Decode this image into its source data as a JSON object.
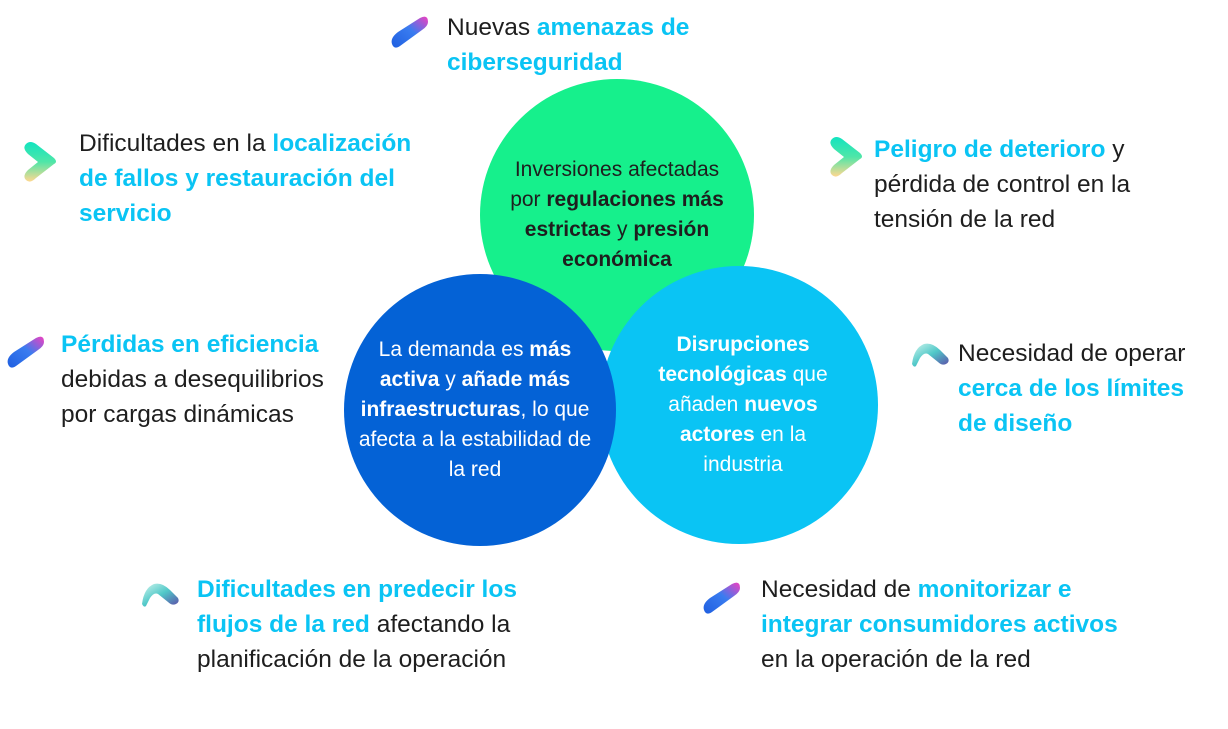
{
  "circles": {
    "green": {
      "t1": "Inversiones afectadas por ",
      "b1": "regulaciones más estrictas",
      "t2": " y ",
      "b2": "presión económica"
    },
    "light": {
      "b1": "Disrupciones tecnológicas",
      "t1": " que añaden ",
      "b2": "nuevos actores",
      "t2": " en la industria"
    },
    "dark": {
      "t1": "La demanda es ",
      "b1": "más activa",
      "t2": " y ",
      "b2": "añade más infraestructuras",
      "t3": ", lo que afecta a la estabilidad de la red"
    }
  },
  "items": {
    "amenazas": {
      "t1": "Nuevas ",
      "b1": "amenazas de ciberseguridad"
    },
    "fallos": {
      "t1": "Dificultades en la ",
      "b1": "localización de fallos y restauración del servicio"
    },
    "deterioro": {
      "b1": "Peligro de deterioro",
      "t1": " y pérdida de control en la tensión de la red"
    },
    "perdidas": {
      "b1": "Pérdidas en eficiencia",
      "t1": " debidas a desequilibrios por cargas dinámicas"
    },
    "limites": {
      "t1": "Necesidad de operar ",
      "b1": "cerca de los límites de diseño"
    },
    "flujos": {
      "b1": "Dificultades en predecir los flujos de la red",
      "t1": " afectando la planificación de la operación"
    },
    "monitorizar": {
      "t1": "Necesidad de ",
      "b1": "monitorizar e integrar consumidores activos",
      "t2": " en la operación de la red"
    }
  },
  "icons": {
    "stroke": "stroke-icon",
    "chevron": "chevron-icon",
    "wedge": "wedge-icon"
  },
  "colors": {
    "green_circle": "#16f08c",
    "light_blue_circle": "#0ac4f4",
    "dark_blue_circle": "#0462d6",
    "highlight": "#0ac4f4",
    "text": "#1e1e1e"
  }
}
